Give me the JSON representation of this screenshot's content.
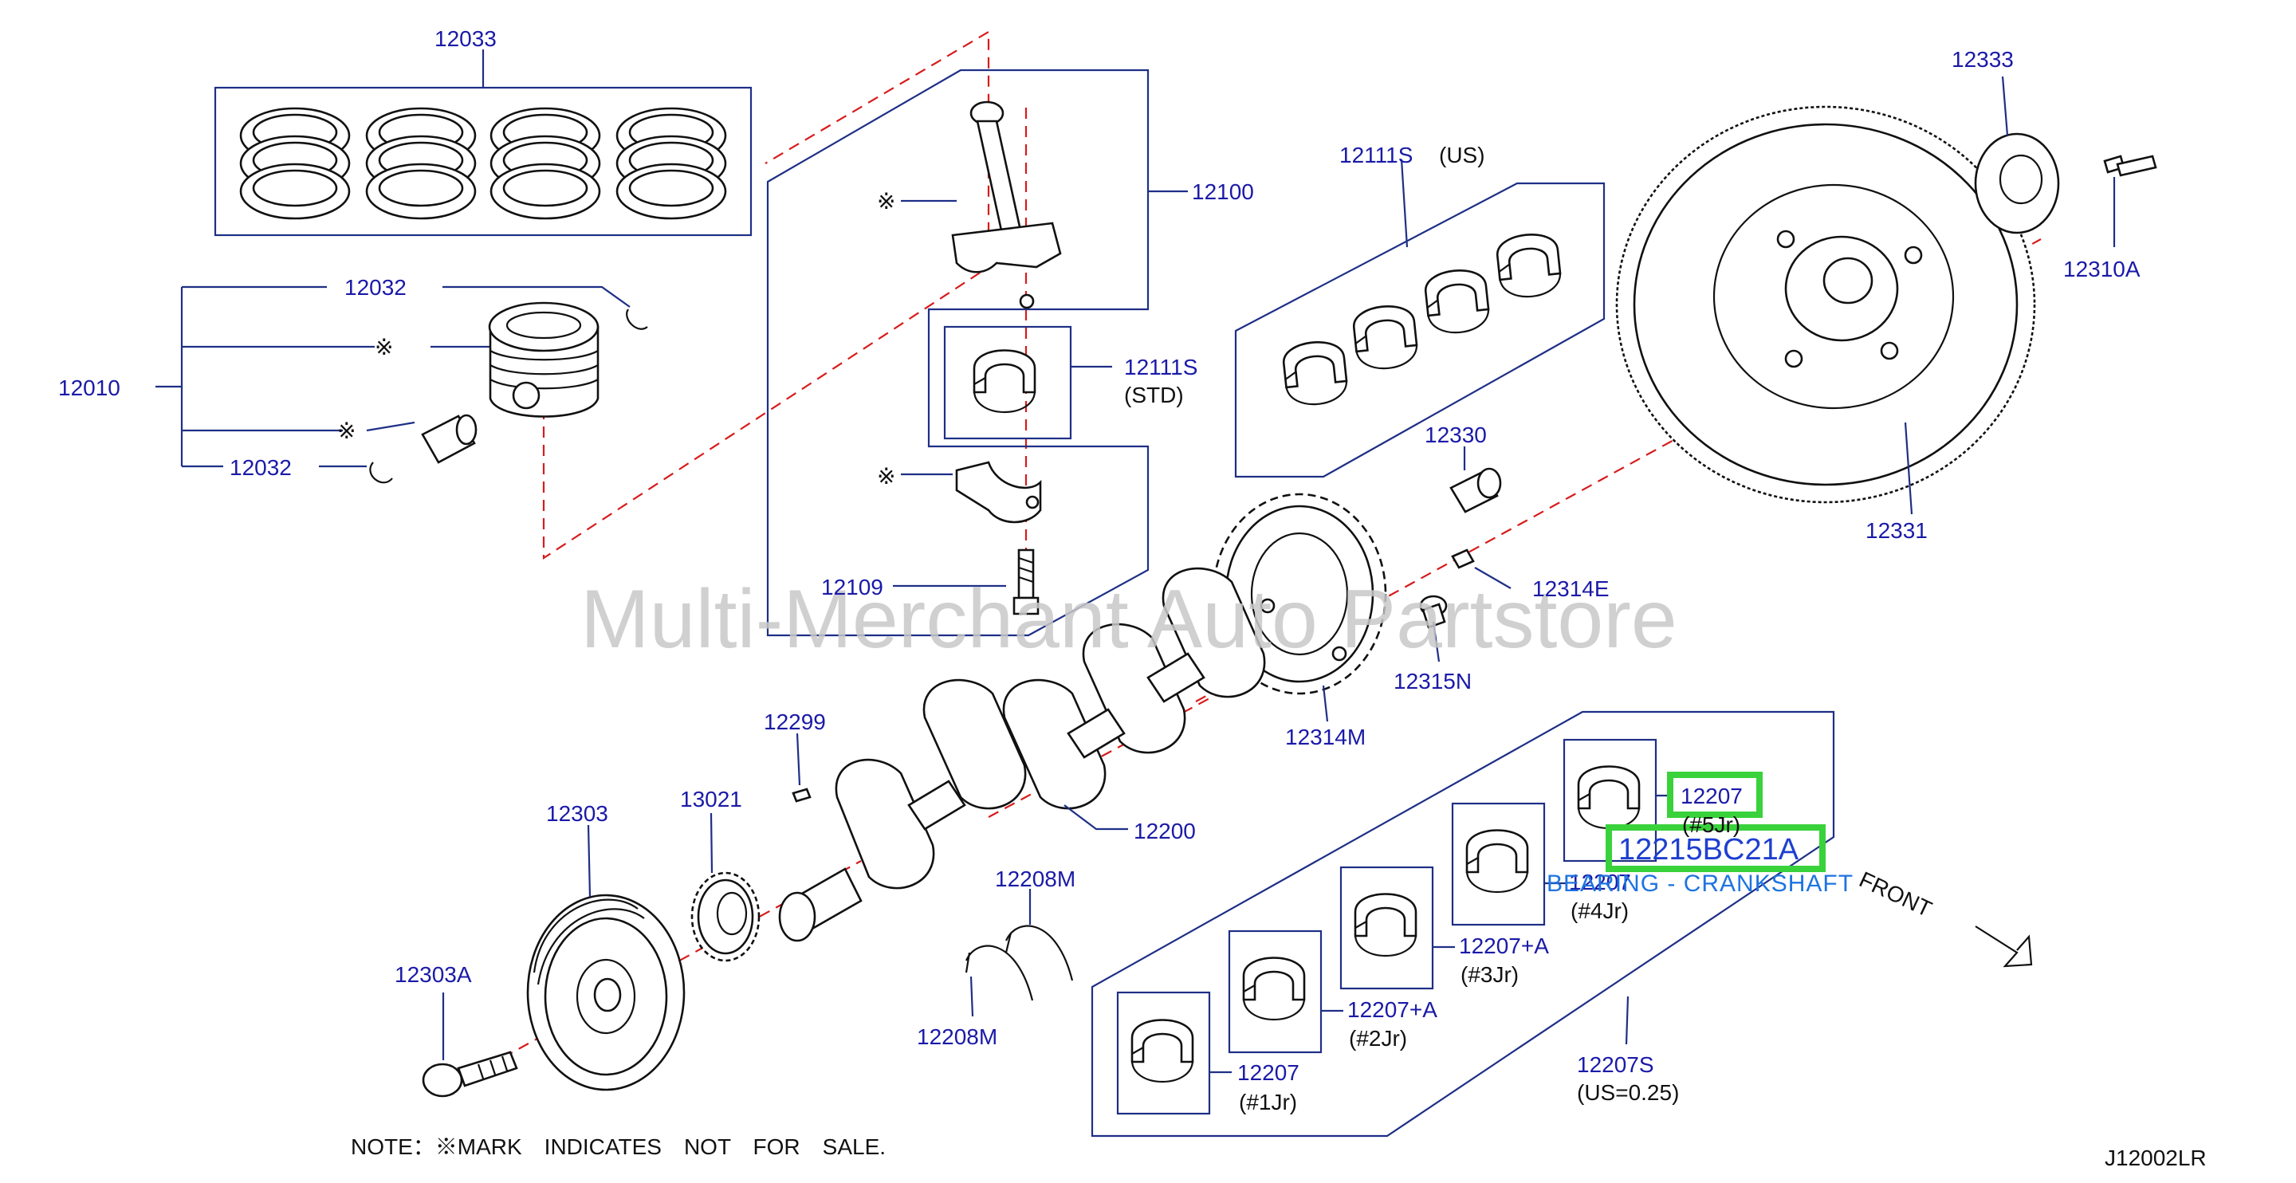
{
  "labels": {
    "p12033": "12033",
    "p12032a": "12032",
    "p12032b": "12032",
    "p12010": "12010",
    "p12100": "12100",
    "p12111s_us": "12111S",
    "us": "(US)",
    "p12111s_std": "12111S",
    "std": "(STD)",
    "p12109": "12109",
    "p12333": "12333",
    "p12310a": "12310A",
    "p12330": "12330",
    "p12331": "12331",
    "p12314e": "12314E",
    "p12315n": "12315N",
    "p12314m": "12314M",
    "p12299": "12299",
    "p12303": "12303",
    "p13021": "13021",
    "p12200": "12200",
    "p12208m_a": "12208M",
    "p12208m_b": "12208M",
    "p12303a": "12303A",
    "p12207_5": "12207",
    "j5": "(#5Jr)",
    "p12207_4": "12207",
    "j4": "(#4Jr)",
    "p12207a_3": "12207+A",
    "j3": "(#3Jr)",
    "p12207a_2": "12207+A",
    "j2": "(#2Jr)",
    "p12207_1": "12207",
    "j1": "(#1Jr)",
    "p12207s": "12207S",
    "us025": "(US=0.25)",
    "mark1": "※",
    "mark2": "※",
    "mark3": "※",
    "mark4": "※",
    "mark5": "※"
  },
  "highlight": {
    "part_code": "12215BC21A",
    "part_name": "BEARING - CRANKSHAFT"
  },
  "note": "NOTE：※MARK　INDICATES　NOT　FOR　SALE.",
  "front": "FRONT",
  "diagram_code": "J12002LR",
  "watermark": "Multi-Merchant Auto Partstore",
  "colors": {
    "label_blue": "#1a1aa8",
    "frame_navy": "#1e2f86",
    "axis_red": "#d81b1b",
    "highlight_green": "#39d23b"
  }
}
